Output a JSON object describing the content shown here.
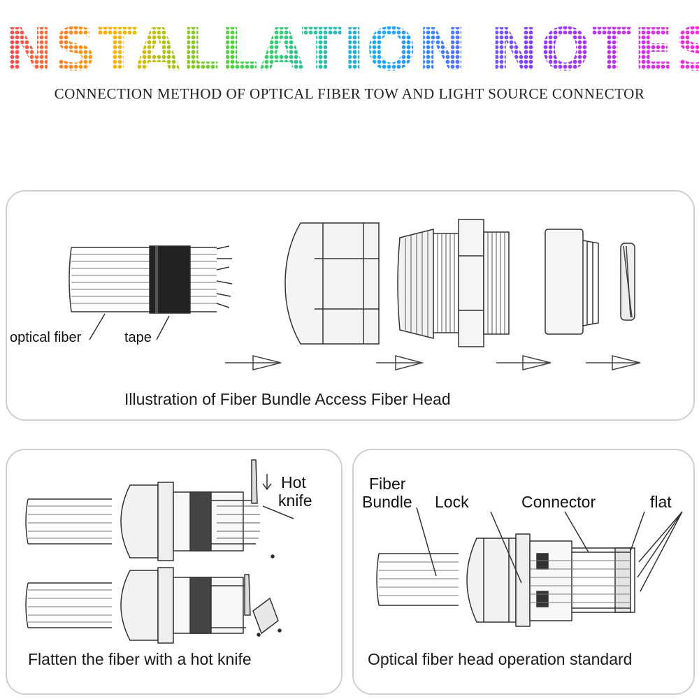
{
  "header": {
    "title": "INSTALLATION NOTES",
    "subtitle": "CONNECTION METHOD OF OPTICAL FIBER TOW AND LIGHT SOURCE CONNECTOR",
    "title_gradient": [
      "#ff2a6a",
      "#ffb400",
      "#3dd64a",
      "#1fa8ff",
      "#8a3dff",
      "#ff2ad4"
    ]
  },
  "panel_top": {
    "caption": "Illustration of Fiber Bundle Access Fiber Head",
    "labels": {
      "optical_fiber": "optical fiber",
      "tape": "tape"
    }
  },
  "panel_bottom_left": {
    "caption": "Flatten the fiber with a hot knife",
    "labels": {
      "hot_knife_line1": "Hot",
      "hot_knife_line2": "knife"
    }
  },
  "panel_bottom_right": {
    "caption": "Optical fiber head operation standard",
    "labels": {
      "fiber_bundle_line1": "Fiber",
      "fiber_bundle_line2": "Bundle",
      "lock": "Lock",
      "connector": "Connector",
      "flat": "flat"
    }
  },
  "icons": [
    "arrow-right-icon"
  ]
}
